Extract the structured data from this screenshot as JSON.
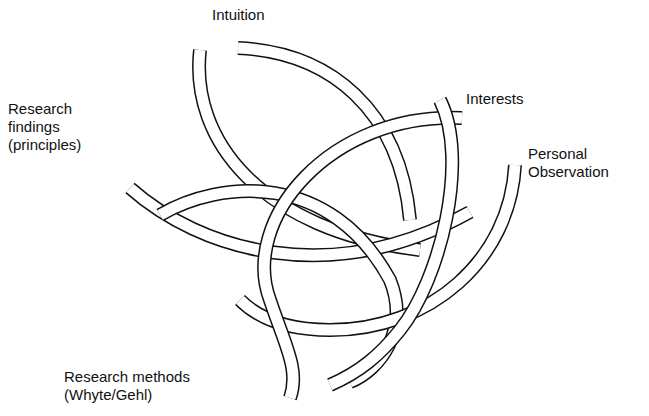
{
  "diagram": {
    "labels": [
      "Intuition",
      "Interests",
      "Personal Observation",
      "Research findings (principles)",
      "Research methods (Whyte/Gehl)"
    ]
  }
}
